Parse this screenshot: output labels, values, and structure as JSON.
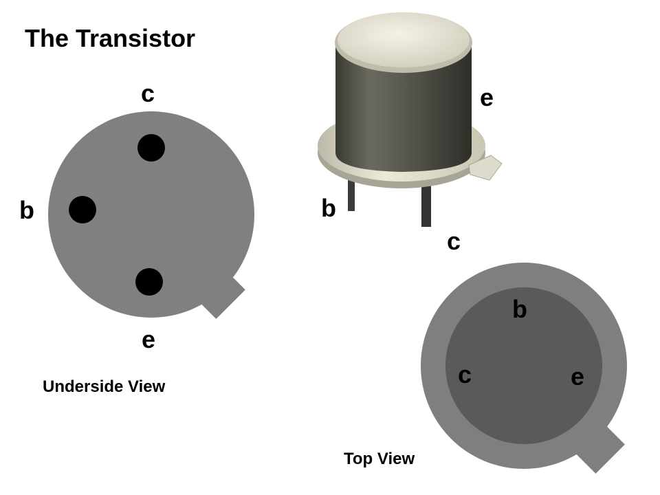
{
  "title": "The Transistor",
  "underside_view": {
    "caption": "Underside View",
    "pin_c": "c",
    "pin_b": "b",
    "pin_e": "e"
  },
  "package_view": {
    "pin_e": "e",
    "pin_b": "b",
    "pin_c": "c"
  },
  "top_view": {
    "caption": "Top View",
    "pin_b": "b",
    "pin_c": "c",
    "pin_e": "e"
  },
  "colors": {
    "underside_disc": "#808080",
    "top_outer_ring": "#7f7f7f",
    "top_inner_disc": "#5a5a5a",
    "pin_dot": "#000000",
    "can_body": "#55554d",
    "can_top": "#e9e6d9",
    "flange": "#e5e2d3",
    "lead": "#3c3c3c"
  }
}
